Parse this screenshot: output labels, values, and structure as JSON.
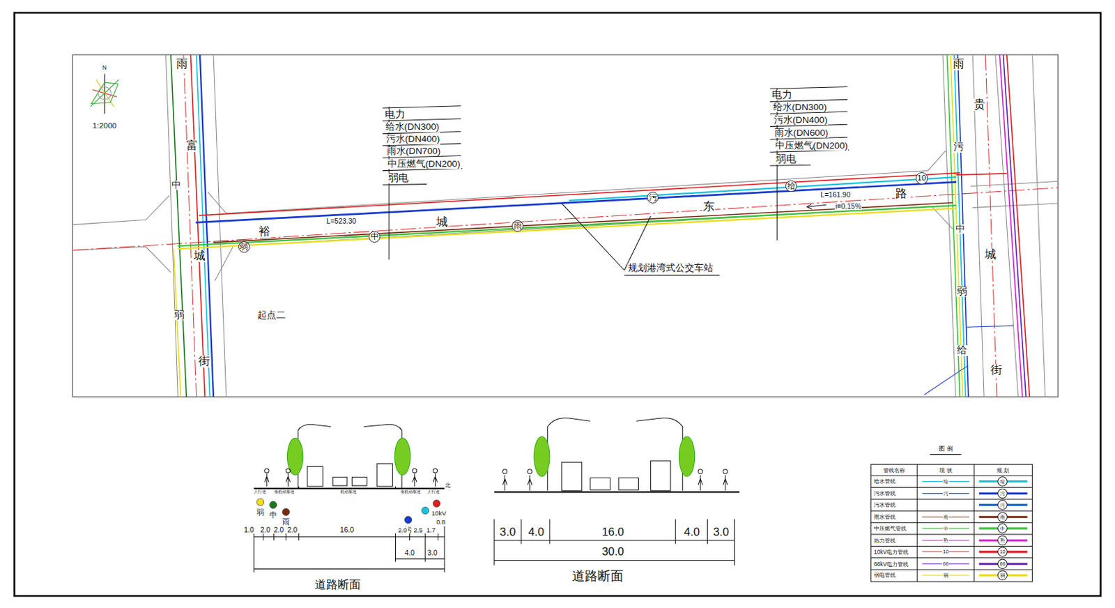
{
  "diagram": {
    "nodes": [
      {
        "text": [
          "弱"
        ]
      },
      {
        "text": [
          "中"
        ]
      },
      {
        "text": [
          "雨"
        ]
      },
      {
        "text": [
          "污"
        ]
      },
      {
        "text": [
          "给"
        ]
      },
      {
        "text": [
          "10"
        ]
      }
    ],
    "labels": [
      "1:2000",
      "N",
      "雨",
      "富",
      "中",
      "城",
      "弱",
      "街",
      "雨",
      "贵",
      "污",
      "中",
      "城",
      "弱",
      "给",
      "街",
      "裕",
      "城",
      "东",
      "路",
      "L=523.30",
      "L=161.90",
      "i=0.15%",
      "规划港湾式公交车站",
      "起点二",
      "电力",
      "给水(DN300)",
      "污水(DN400)",
      "雨水(DN700)",
      "中压燃气(DN200)",
      "弱电",
      "电力",
      "给水(DN300)",
      "污水(DN400)",
      "雨水(DN600)",
      "中压燃气(DN200)",
      "弱电",
      "人行道",
      "非机动车道",
      "机动车道",
      "非机动车道",
      "人行道",
      "北",
      "弱",
      "中",
      "雨",
      "污",
      "10kV",
      "1.0",
      "2.0",
      "2.0",
      "2.0",
      "16.0",
      "2.0",
      "2.5",
      "1.7",
      "0.8",
      "4.0",
      "3.0",
      "道路断面",
      "3.0",
      "4.0",
      "16.0",
      "4.0",
      "3.0",
      "30.0",
      "道路断面",
      "图 例",
      "管线名称",
      "现 状",
      "规 划",
      "给",
      "污",
      "雨",
      "中",
      "热",
      "10",
      "66",
      "弱",
      "给",
      "污",
      "污",
      "雨",
      "中",
      "热",
      "10",
      "66",
      "弱"
    ],
    "legend": [
      {
        "text": "给水管线"
      },
      {
        "text": "污水管线"
      },
      {
        "text": "污水管线"
      },
      {
        "text": "雨水管线"
      },
      {
        "text": "中压燃气管线"
      },
      {
        "text": "热力管线"
      },
      {
        "text": "10kV电力管线"
      },
      {
        "text": "66kV电力管线"
      },
      {
        "text": "弱电管线"
      }
    ]
  }
}
